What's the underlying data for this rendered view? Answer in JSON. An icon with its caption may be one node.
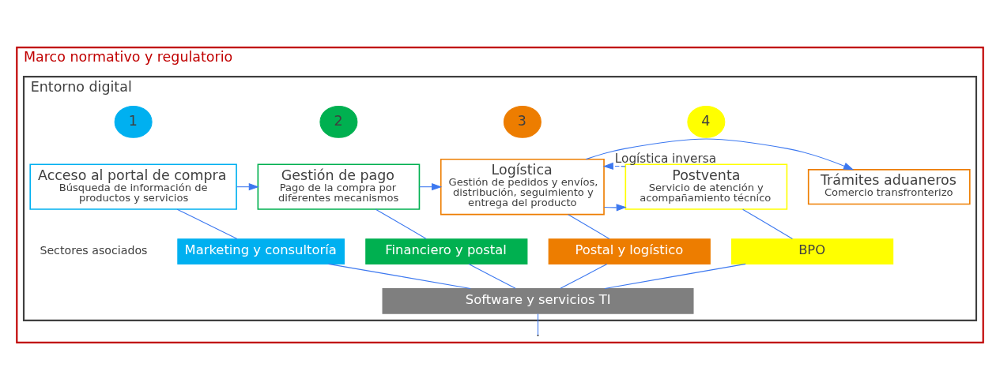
{
  "diagram": {
    "nodes": [
      {
        "text": [
          "Marco normativo y regulatorio"
        ]
      },
      {
        "text": [
          "Entorno digital"
        ],
        "in": 0
      },
      {
        "text": [
          "Trámites aduaneros",
          "Comercio transfronterizo"
        ],
        "in": 1
      },
      {
        "text": [
          "1"
        ],
        "in": 1
      },
      {
        "text": [
          "Acceso al portal de compra",
          "Búsqueda de información de productos y servicios"
        ],
        "in": 1
      },
      {
        "text": [
          "2"
        ],
        "in": 1
      },
      {
        "text": [
          "Gestión de pago",
          "Pago de la compra por diferentes mecanismos"
        ],
        "in": 1
      },
      {
        "text": [
          "3"
        ],
        "in": 1
      },
      {
        "text": [
          "Logística",
          "Gestión de pedidos y envíos, distribución, seguimiento y entrega del producto"
        ],
        "in": 1
      },
      {
        "text": [
          "4"
        ],
        "in": 1
      },
      {
        "text": [
          "Postventa",
          "Servicio de atención y acompañamiento técnico"
        ],
        "in": 1
      },
      {
        "text": [
          "Marketing y consultoría"
        ],
        "in": 1
      },
      {
        "text": [
          "Financiero y postal"
        ],
        "in": 1
      },
      {
        "text": [
          "Postal y logístico"
        ],
        "in": 1
      },
      {
        "text": [
          "BPO"
        ],
        "in": 1
      },
      {
        "text": [
          "Software y servicios TI"
        ],
        "in": 1
      }
    ],
    "edges": [
      {
        "from": 4,
        "to": 6,
        "arrow": "to"
      },
      {
        "from": 6,
        "to": 8,
        "arrow": "to"
      },
      {
        "from": 8,
        "to": 10,
        "arrow": "to"
      },
      {
        "from": 8,
        "to": 2,
        "arrow": "to"
      },
      {
        "from": 10,
        "to": 8,
        "arrow": "to",
        "label": "Logística inversa",
        "style": "dashed"
      },
      {
        "from": 4,
        "to": 11,
        "arrow": "none"
      },
      {
        "from": 6,
        "to": 12,
        "arrow": "none"
      },
      {
        "from": 8,
        "to": 13,
        "arrow": "none"
      },
      {
        "from": 10,
        "to": 14,
        "arrow": "none"
      },
      {
        "from": 11,
        "to": 15,
        "arrow": "none"
      },
      {
        "from": 12,
        "to": 15,
        "arrow": "none"
      },
      {
        "from": 13,
        "to": 15,
        "arrow": "none"
      },
      {
        "from": 14,
        "to": 15,
        "arrow": "none"
      },
      {
        "from": 15,
        "to": 0,
        "arrow": "none"
      }
    ],
    "labels": [
      "Sectores asociados"
    ]
  }
}
